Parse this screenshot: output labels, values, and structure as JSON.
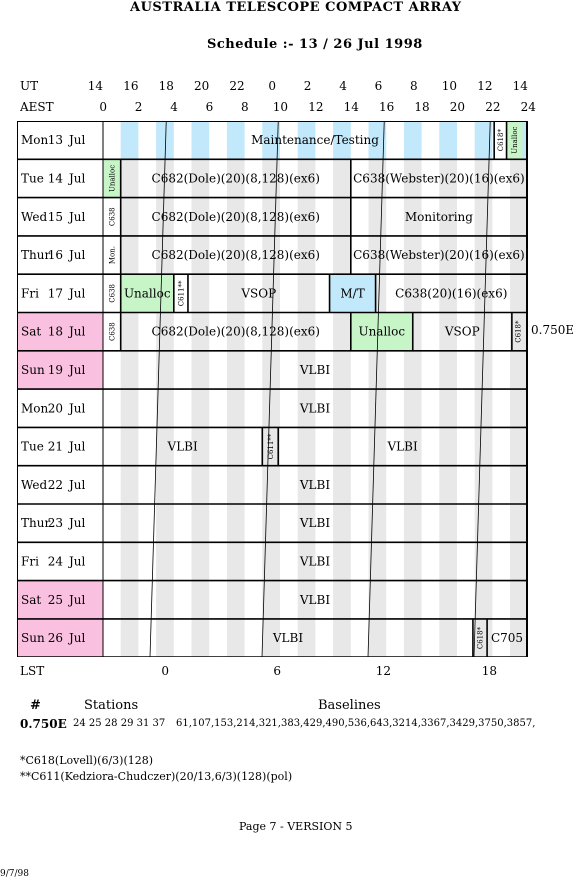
{
  "title": "AUSTRALIA TELESCOPE COMPACT ARRAY",
  "schedule": "Schedule :- 13 / 26 Jul 1998",
  "ut_label": "UT",
  "aest_label": "AEST",
  "lst_label": "LST",
  "ut_ticks": [
    "14",
    "16",
    "18",
    "20",
    "22",
    "0",
    "2",
    "4",
    "6",
    "8",
    "10",
    "12",
    "14"
  ],
  "aest_ticks": [
    "0",
    "2",
    "4",
    "6",
    "8",
    "10",
    "12",
    "14",
    "16",
    "18",
    "20",
    "22",
    "24"
  ],
  "lst_ticks": [
    "0",
    "6",
    "12",
    "18"
  ],
  "days": [
    {
      "day": "Mon",
      "date": "13",
      "month": "Jul",
      "weekend": false
    },
    {
      "day": "Tue",
      "date": "14",
      "month": "Jul",
      "weekend": false
    },
    {
      "day": "Wed",
      "date": "15",
      "month": "Jul",
      "weekend": false
    },
    {
      "day": "Thur",
      "date": "16",
      "month": "Jul",
      "weekend": false
    },
    {
      "day": "Fri",
      "date": "17",
      "month": "Jul",
      "weekend": false
    },
    {
      "day": "Sat",
      "date": "18",
      "month": "Jul",
      "weekend": true
    },
    {
      "day": "Sun",
      "date": "19",
      "month": "Jul",
      "weekend": true
    },
    {
      "day": "Mon",
      "date": "20",
      "month": "Jul",
      "weekend": false
    },
    {
      "day": "Tue",
      "date": "21",
      "month": "Jul",
      "weekend": false
    },
    {
      "day": "Wed",
      "date": "22",
      "month": "Jul",
      "weekend": false
    },
    {
      "day": "Thur",
      "date": "23",
      "month": "Jul",
      "weekend": false
    },
    {
      "day": "Fri",
      "date": "24",
      "month": "Jul",
      "weekend": false
    },
    {
      "day": "Sat",
      "date": "25",
      "month": "Jul",
      "weekend": true
    },
    {
      "day": "Sun",
      "date": "26",
      "month": "Jul",
      "weekend": true
    }
  ],
  "blocks": [
    {
      "row": 0,
      "start": 0,
      "end": 24,
      "label": "Maintenance/Testing",
      "fill": "none",
      "vertical": false
    },
    {
      "row": 0,
      "start": 22.1,
      "end": 22.8,
      "label": "C618*",
      "fill": "none",
      "vertical": true
    },
    {
      "row": 0,
      "start": 22.8,
      "end": 23.7,
      "label": "Unalloc",
      "fill": "green",
      "vertical": true
    },
    {
      "row": 1,
      "start": 0,
      "end": 1,
      "label": "Unalloc",
      "fill": "green",
      "vertical": true
    },
    {
      "row": 1,
      "start": 1,
      "end": 14,
      "label": "C682(Dole)(20)(8,128)(ex6)",
      "fill": "none",
      "vertical": false
    },
    {
      "row": 1,
      "start": 14,
      "end": 24,
      "label": "C638(Webster)(20)(16)(ex6)",
      "fill": "none",
      "vertical": false
    },
    {
      "row": 2,
      "start": 0,
      "end": 1,
      "label": "C638",
      "fill": "none",
      "vertical": true
    },
    {
      "row": 2,
      "start": 1,
      "end": 14,
      "label": "C682(Dole)(20)(8,128)(ex6)",
      "fill": "none",
      "vertical": false
    },
    {
      "row": 2,
      "start": 14,
      "end": 24,
      "label": "Monitoring",
      "fill": "none",
      "vertical": false
    },
    {
      "row": 3,
      "start": 0,
      "end": 1,
      "label": "Mon.",
      "fill": "none",
      "vertical": true
    },
    {
      "row": 3,
      "start": 1,
      "end": 14,
      "label": "C682(Dole)(20)(8,128)(ex6)",
      "fill": "none",
      "vertical": false
    },
    {
      "row": 3,
      "start": 14,
      "end": 24,
      "label": "C638(Webster)(20)(16)(ex6)",
      "fill": "none",
      "vertical": false
    },
    {
      "row": 4,
      "start": 0,
      "end": 1,
      "label": "C638",
      "fill": "none",
      "vertical": true
    },
    {
      "row": 4,
      "start": 1,
      "end": 4,
      "label": "Unalloc",
      "fill": "green",
      "vertical": false
    },
    {
      "row": 4,
      "start": 4,
      "end": 4.8,
      "label": "C611**",
      "fill": "none",
      "vertical": true
    },
    {
      "row": 4,
      "start": 4.8,
      "end": 12.8,
      "label": "VSOP",
      "fill": "none",
      "vertical": false
    },
    {
      "row": 4,
      "start": 12.8,
      "end": 15.4,
      "label": "M/T",
      "fill": "blue",
      "vertical": false
    },
    {
      "row": 4,
      "start": 15.4,
      "end": 24,
      "label": "C638(20)(16)(ex6)",
      "fill": "none",
      "vertical": false
    },
    {
      "row": 5,
      "start": 0,
      "end": 1,
      "label": "C638",
      "fill": "none",
      "vertical": true
    },
    {
      "row": 5,
      "start": 1,
      "end": 14,
      "label": "C682(Dole)(20)(8,128)(ex6)",
      "fill": "none",
      "vertical": false
    },
    {
      "row": 5,
      "start": 14,
      "end": 17.5,
      "label": "Unalloc",
      "fill": "green",
      "vertical": false
    },
    {
      "row": 5,
      "start": 17.5,
      "end": 23.1,
      "label": "VSOP",
      "fill": "none",
      "vertical": false
    },
    {
      "row": 5,
      "start": 23.1,
      "end": 23.8,
      "label": "C618*",
      "fill": "none",
      "vertical": true
    },
    {
      "row": 6,
      "start": -1,
      "end": 24,
      "label": "VLBI",
      "fill": "none",
      "vertical": false
    },
    {
      "row": 7,
      "start": -1,
      "end": 24,
      "label": "VLBI",
      "fill": "none",
      "vertical": false
    },
    {
      "row": 8,
      "start": -1,
      "end": 9,
      "label": "VLBI",
      "fill": "none",
      "vertical": false
    },
    {
      "row": 8,
      "start": 9,
      "end": 9.9,
      "label": "C611**",
      "fill": "none",
      "vertical": true
    },
    {
      "row": 8,
      "start": 9.9,
      "end": 24,
      "label": "VLBI",
      "fill": "none",
      "vertical": false
    },
    {
      "row": 9,
      "start": -1,
      "end": 24,
      "label": "VLBI",
      "fill": "none",
      "vertical": false
    },
    {
      "row": 10,
      "start": -1,
      "end": 24,
      "label": "VLBI",
      "fill": "none",
      "vertical": false
    },
    {
      "row": 11,
      "start": -1,
      "end": 24,
      "label": "VLBI",
      "fill": "none",
      "vertical": false
    },
    {
      "row": 12,
      "start": -1,
      "end": 24,
      "label": "VLBI",
      "fill": "none",
      "vertical": false
    },
    {
      "row": 13,
      "start": -1,
      "end": 20.9,
      "label": "VLBI",
      "fill": "none",
      "vertical": false
    },
    {
      "row": 13,
      "start": 20.9,
      "end": 21.7,
      "label": "C618*",
      "fill": "none",
      "vertical": true
    },
    {
      "row": 13,
      "start": 21.7,
      "end": 24,
      "label": "C705",
      "fill": "none",
      "vertical": false
    }
  ],
  "side_note": "0.750E",
  "stations_table": {
    "hash_header": "#",
    "stations_header": "Stations",
    "baselines_header": "Baselines",
    "config": "0.750E",
    "stations": "24 25 28 29 31 37",
    "baselines": "61,107,153,214,321,383,429,490,536,643,3214,3367,3429,3750,3857,"
  },
  "footnotes": [
    "*C618(Lovell)(6/3)(128)",
    "**C611(Kedziora-Chudczer)(20/13,6/3)(128)(pol)"
  ],
  "page": "Page 7 - VERSION 5",
  "date_stamp": "9/7/98"
}
